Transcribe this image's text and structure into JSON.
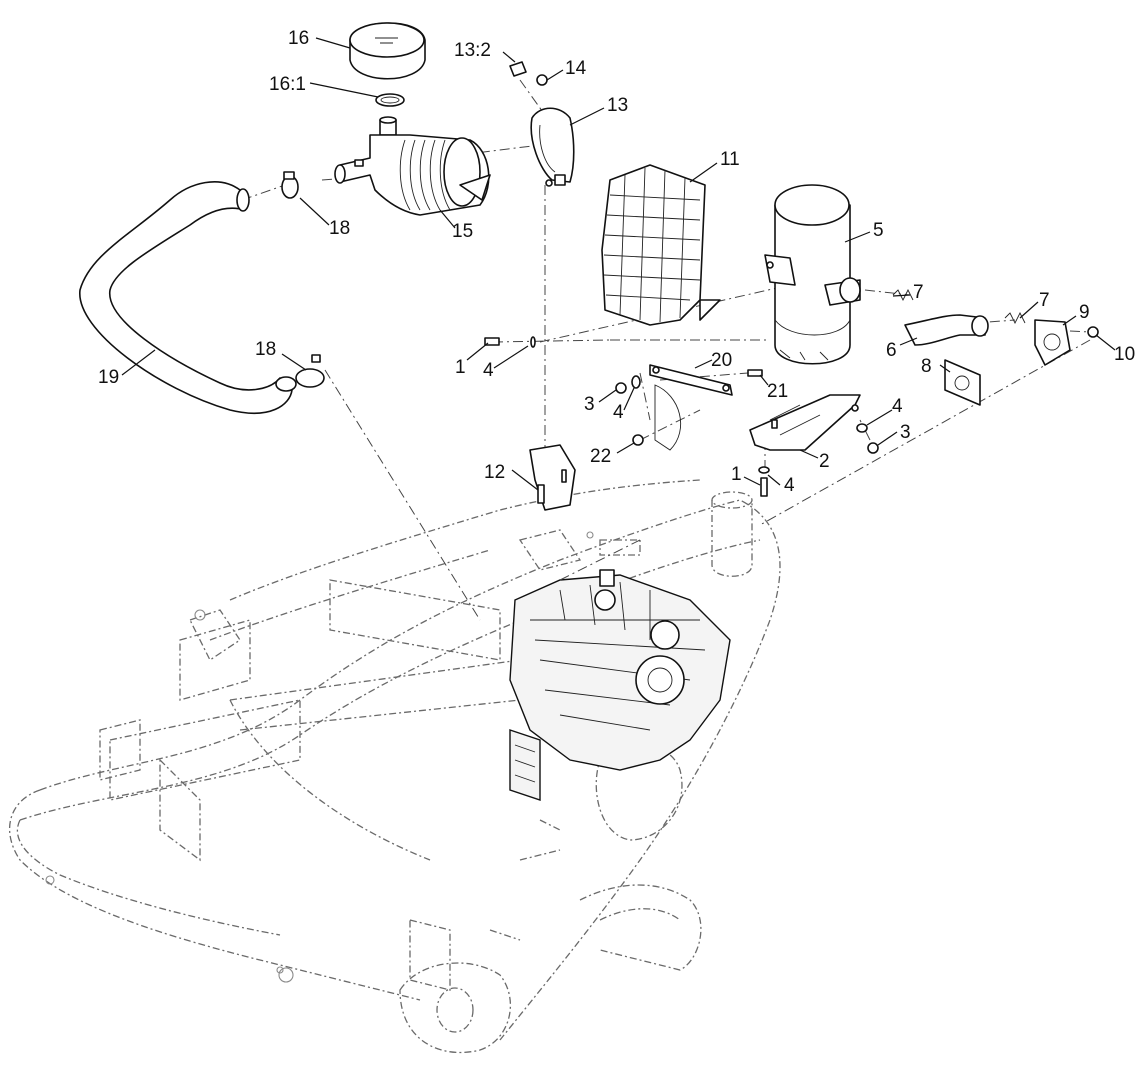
{
  "callouts": {
    "c1a": "1",
    "c1b": "1",
    "c2": "2",
    "c3a": "3",
    "c3b": "3",
    "c4a": "4",
    "c4b": "4",
    "c4c": "4",
    "c4d": "4",
    "c5": "5",
    "c6": "6",
    "c7a": "7",
    "c7b": "7",
    "c8": "8",
    "c9": "9",
    "c10": "10",
    "c11": "11",
    "c12": "12",
    "c13": "13",
    "c13_2": "13:2",
    "c14": "14",
    "c15": "15",
    "c16": "16",
    "c16_1": "16:1",
    "c18a": "18",
    "c18b": "18",
    "c19": "19",
    "c20": "20",
    "c21": "21",
    "c22": "22"
  }
}
